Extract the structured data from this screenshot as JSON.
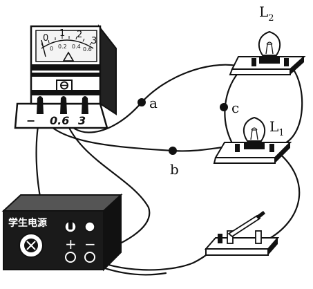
{
  "ammeter": {
    "scale_top": [
      "0",
      "1",
      "2",
      "3"
    ],
    "scale_bottom": [
      "0",
      "0.2",
      "0.4",
      "0.6"
    ],
    "unit_symbol": "A",
    "terminals": [
      "−",
      "0.6",
      "3"
    ]
  },
  "points": {
    "a": "a",
    "b": "b",
    "c": "c"
  },
  "lamps": {
    "l2_base": "L",
    "l2_sub": "2",
    "l1_base": "L",
    "l1_sub": "1"
  },
  "power_supply": {
    "title": "学生电源",
    "plus": "+",
    "minus": "−"
  },
  "colors": {
    "ink": "#111111",
    "psu_body": "#1a1a1a",
    "meter_face": "#f4f4f4"
  }
}
